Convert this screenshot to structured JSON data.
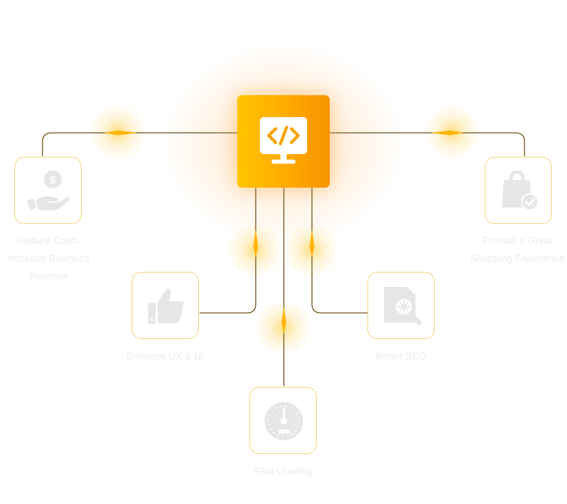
{
  "colors": {
    "hub_gradient": [
      "#ffc400",
      "#f79200"
    ],
    "node_border": "#f0d27a",
    "link_line": "#6b4a14",
    "spark": "#ffc400",
    "faded_text": "#ececec",
    "faded_icon": "#e6e6e6"
  },
  "hub": {
    "icon": "code-monitor-icon"
  },
  "nodes": [
    {
      "id": "cost",
      "icon": "dollar-hand-icon",
      "label_lines": [
        "Reduce Costs,",
        "Increase Business",
        "Revenue"
      ]
    },
    {
      "id": "shopping",
      "icon": "shopping-bag-check-icon",
      "label_lines": [
        "Provide a Great",
        "Shopping Experience"
      ]
    },
    {
      "id": "experience",
      "icon": "thumbs-up-icon",
      "label_lines": [
        "Enhance UX & UI"
      ]
    },
    {
      "id": "seo",
      "icon": "search-document-icon",
      "label_lines": [
        "Better SEO"
      ]
    },
    {
      "id": "performance",
      "icon": "speedometer-icon",
      "label_lines": [
        "Fast Loading"
      ]
    }
  ]
}
